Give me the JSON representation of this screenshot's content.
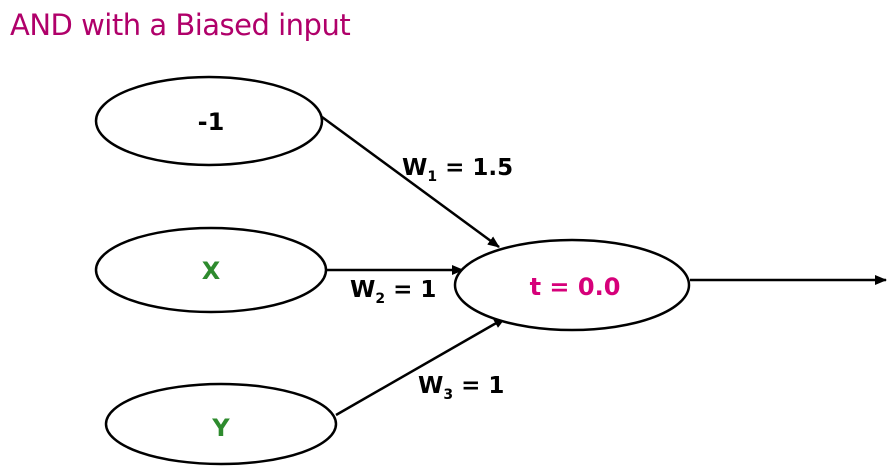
{
  "title": "AND with a Biased input",
  "colors": {
    "title": "#b0006a",
    "threshold": "#d6007a",
    "input_xy": "#2e8b2e",
    "input_bias": "#000000",
    "stroke": "#000000"
  },
  "nodes": {
    "bias": {
      "label": "-1"
    },
    "x": {
      "label": "X"
    },
    "y": {
      "label": "Y"
    },
    "neuron": {
      "label": "t = 0.0"
    }
  },
  "weights": {
    "w1": {
      "name": "W",
      "sub": "1",
      "value": "= 1.5"
    },
    "w2": {
      "name": "W",
      "sub": "2",
      "value": "= 1"
    },
    "w3": {
      "name": "W",
      "sub": "3",
      "value": "= 1"
    }
  }
}
